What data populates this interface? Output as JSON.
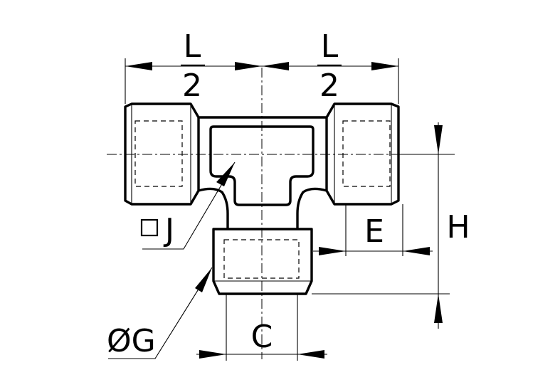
{
  "labels": {
    "L_numerator": "L",
    "L_denominator": "2",
    "E": "E",
    "H": "H",
    "C": "C",
    "J": "J",
    "G": "ØG"
  }
}
